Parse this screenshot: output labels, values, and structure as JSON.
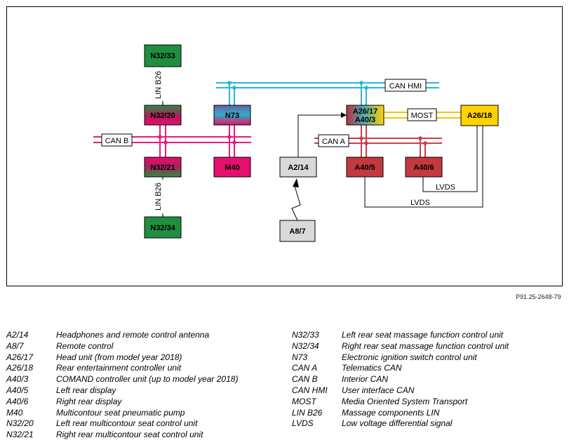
{
  "diagram": {
    "units": {
      "n32_33": "N32/33",
      "n32_20": "N32/20",
      "n32_21": "N32/21",
      "n32_34": "N32/34",
      "n73": "N73",
      "m40": "M40",
      "a2_14": "A2/14",
      "a8_7": "A8/7",
      "a26_17": "A26/17",
      "a40_3": "A40/3",
      "a40_5": "A40/5",
      "a40_6": "A40/6",
      "a26_18": "A26/18"
    },
    "buses": {
      "can_hmi": "CAN HMI",
      "can_b": "CAN B",
      "can_a": "CAN A",
      "most": "MOST",
      "lin_b26_top": "LIN B26",
      "lin_b26_bottom": "LIN B26",
      "lvds_1": "LVDS",
      "lvds_2": "LVDS"
    },
    "colors": {
      "can_hmi": "#2bb5d6",
      "can_b": "#ec1a7a",
      "can_a": "#c8414a",
      "most": "#f5c400",
      "lin": "#2e9a48",
      "green_unit": "#1f8f3f",
      "magenta_unit": "#e4106e",
      "red_unit": "#c23a3f",
      "yellow_unit": "#ffd100",
      "grey_unit": "#d9d9d9"
    }
  },
  "figure_ref": "P91.25-2648-79",
  "legend": {
    "left": [
      {
        "code": "A2/14",
        "text": "Headphones and remote control antenna"
      },
      {
        "code": "A8/7",
        "text": "Remote control"
      },
      {
        "code": "A26/17",
        "text": "Head unit (from model year 2018)"
      },
      {
        "code": "A26/18",
        "text": "Rear entertainment controller unit"
      },
      {
        "code": "A40/3",
        "text": "COMAND controller unit (up to model year 2018)"
      },
      {
        "code": "A40/5",
        "text": "Left rear display"
      },
      {
        "code": "A40/6",
        "text": "Right rear display"
      },
      {
        "code": "M40",
        "text": "Multicontour seat pneumatic pump"
      },
      {
        "code": "N32/20",
        "text": "Left rear multicontour seat control unit"
      },
      {
        "code": "N32/21",
        "text": "Right rear multicontour seat control unit"
      }
    ],
    "right": [
      {
        "code": "N32/33",
        "text": "Left rear seat massage function control unit"
      },
      {
        "code": "N32/34",
        "text": "Right rear seat massage function control unit"
      },
      {
        "code": "N73",
        "text": "Electronic ignition switch control unit"
      },
      {
        "code": "CAN A",
        "text": "Telematics CAN"
      },
      {
        "code": "CAN B",
        "text": "Interior CAN"
      },
      {
        "code": "CAN HMI",
        "text": "User interface CAN"
      },
      {
        "code": "MOST",
        "text": "Media Oriented System Transport"
      },
      {
        "code": "LIN B26",
        "text": "Massage components LIN"
      },
      {
        "code": "LVDS",
        "text": "Low voltage differential signal"
      }
    ]
  }
}
